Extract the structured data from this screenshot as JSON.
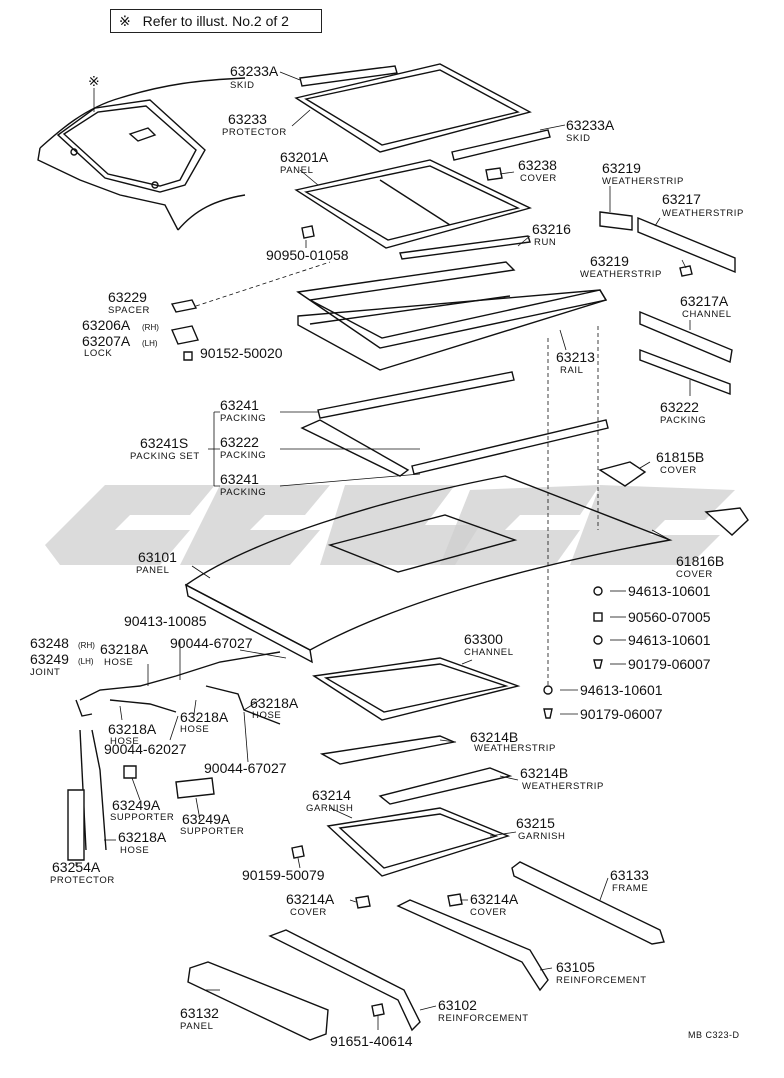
{
  "header": {
    "mark": "※",
    "text": "Refer to illust. No.2 of 2"
  },
  "footer_code": "MB C323-D",
  "car_mark": "※",
  "callouts": {
    "c63233A_top": {
      "number": "63233A",
      "name": "SKID"
    },
    "c63233": {
      "number": "63233",
      "name": "PROTECTOR"
    },
    "c63233A_right": {
      "number": "63233A",
      "name": "SKID"
    },
    "c63201A": {
      "number": "63201A",
      "name": "PANEL"
    },
    "c63238": {
      "number": "63238",
      "name": "COVER"
    },
    "c63219_top": {
      "number": "63219",
      "name": "WEATHERSTRIP"
    },
    "c63217": {
      "number": "63217",
      "name": "WEATHERSTRIP"
    },
    "c63216": {
      "number": "63216",
      "name": "RUN"
    },
    "c90950": {
      "number": "90950-01058"
    },
    "c63219_low": {
      "number": "63219",
      "name": "WEATHERSTRIP"
    },
    "c63229": {
      "number": "63229",
      "name": "SPACER"
    },
    "c63206A": {
      "number": "63206A",
      "suffix": "(RH)"
    },
    "c63207A": {
      "number": "63207A",
      "suffix": "(LH)",
      "name": "LOCK"
    },
    "c90152": {
      "number": "90152-50020"
    },
    "c63217A": {
      "number": "63217A",
      "name": "CHANNEL"
    },
    "c63213": {
      "number": "63213",
      "name": "RAIL"
    },
    "c63222_right": {
      "number": "63222",
      "name": "PACKING"
    },
    "c63241_top": {
      "number": "63241",
      "name": "PACKING"
    },
    "c63241S": {
      "number": "63241S",
      "name": "PACKING SET"
    },
    "c63222_mid": {
      "number": "63222",
      "name": "PACKING"
    },
    "c63241_bot": {
      "number": "63241",
      "name": "PACKING"
    },
    "c61815B": {
      "number": "61815B",
      "name": "COVER"
    },
    "c63101": {
      "number": "63101",
      "name": "PANEL"
    },
    "c61816B": {
      "number": "61816B",
      "name": "COVER"
    },
    "c94613_a": {
      "number": "94613-10601"
    },
    "c90560": {
      "number": "90560-07005"
    },
    "c94613_b": {
      "number": "94613-10601"
    },
    "c90179_a": {
      "number": "90179-06007"
    },
    "c90413": {
      "number": "90413-10085"
    },
    "c90044_top": {
      "number": "90044-67027"
    },
    "c63248": {
      "number": "63248",
      "suffix": "(RH)"
    },
    "c63249": {
      "number": "63249",
      "suffix": "(LH)",
      "name": "JOINT"
    },
    "c63218A_1": {
      "number": "63218A",
      "name": "HOSE"
    },
    "c63300": {
      "number": "63300",
      "name": "CHANNEL"
    },
    "c94613_c": {
      "number": "94613-10601"
    },
    "c90179_b": {
      "number": "90179-06007"
    },
    "c63218A_2": {
      "number": "63218A",
      "name": "HOSE"
    },
    "c63218A_3": {
      "number": "63218A",
      "name": "HOSE"
    },
    "c63218A_4": {
      "number": "63218A",
      "name": "HOSE"
    },
    "c90044_mid": {
      "number": "90044-62027"
    },
    "c90044_bot": {
      "number": "90044-67027"
    },
    "c63214B_1": {
      "number": "63214B",
      "name": "WEATHERSTRIP"
    },
    "c63214B_2": {
      "number": "63214B",
      "name": "WEATHERSTRIP"
    },
    "c63249A_1": {
      "number": "63249A",
      "name": "SUPPORTER"
    },
    "c63249A_2": {
      "number": "63249A",
      "name": "SUPPORTER"
    },
    "c63214": {
      "number": "63214",
      "name": "GARNISH"
    },
    "c63215": {
      "number": "63215",
      "name": "GARNISH"
    },
    "c63218A_5": {
      "number": "63218A",
      "name": "HOSE"
    },
    "c63254A": {
      "number": "63254A",
      "name": "PROTECTOR"
    },
    "c90159": {
      "number": "90159-50079"
    },
    "c63133": {
      "number": "63133",
      "name": "FRAME"
    },
    "c63214A_1": {
      "number": "63214A",
      "name": "COVER"
    },
    "c63214A_2": {
      "number": "63214A",
      "name": "COVER"
    },
    "c63105": {
      "number": "63105",
      "name": "REINFORCEMENT"
    },
    "c63132": {
      "number": "63132",
      "name": "PANEL"
    },
    "c63102": {
      "number": "63102",
      "name": "REINFORCEMENT"
    },
    "c91651": {
      "number": "91651-40614"
    }
  }
}
